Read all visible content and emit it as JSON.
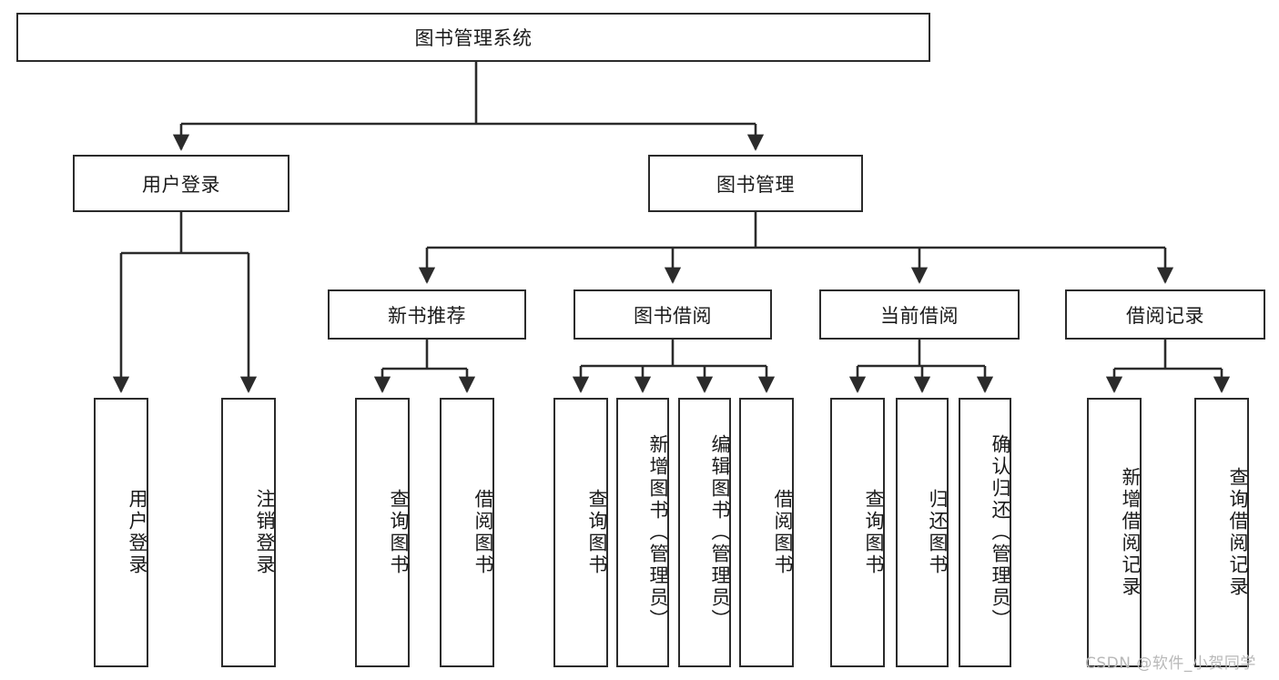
{
  "diagram": {
    "title": "图书管理系统",
    "type": "hierarchy-tree",
    "orientation": "top-down",
    "root": {
      "id": "root",
      "label": "图书管理系统",
      "text_orientation": "horizontal"
    },
    "level2": [
      {
        "id": "user-login",
        "label": "用户登录",
        "text_orientation": "horizontal"
      },
      {
        "id": "book-manage",
        "label": "图书管理",
        "text_orientation": "horizontal"
      }
    ],
    "level3": [
      {
        "id": "new-book-rec",
        "label": "新书推荐",
        "parent": "book-manage",
        "text_orientation": "horizontal"
      },
      {
        "id": "book-borrow",
        "label": "图书借阅",
        "parent": "book-manage",
        "text_orientation": "horizontal"
      },
      {
        "id": "current-borrow",
        "label": "当前借阅",
        "parent": "book-manage",
        "text_orientation": "horizontal"
      },
      {
        "id": "borrow-record",
        "label": "借阅记录",
        "parent": "book-manage",
        "text_orientation": "horizontal"
      }
    ],
    "leaves": [
      {
        "id": "leaf-user-login",
        "label": "用户登录",
        "parent": "user-login",
        "text_orientation": "vertical"
      },
      {
        "id": "leaf-logout",
        "label": "注销登录",
        "parent": "user-login",
        "text_orientation": "vertical"
      },
      {
        "id": "leaf-query-book-1",
        "label": "查询图书",
        "parent": "new-book-rec",
        "text_orientation": "vertical"
      },
      {
        "id": "leaf-borrow-book-1",
        "label": "借阅图书",
        "parent": "new-book-rec",
        "text_orientation": "vertical"
      },
      {
        "id": "leaf-query-book-2",
        "label": "查询图书",
        "parent": "book-borrow",
        "text_orientation": "vertical"
      },
      {
        "id": "leaf-add-book",
        "label": "新增图书（管理员）",
        "parent": "book-borrow",
        "text_orientation": "vertical"
      },
      {
        "id": "leaf-edit-book",
        "label": "编辑图书（管理员）",
        "parent": "book-borrow",
        "text_orientation": "vertical"
      },
      {
        "id": "leaf-borrow-book-2",
        "label": "借阅图书",
        "parent": "book-borrow",
        "text_orientation": "vertical"
      },
      {
        "id": "leaf-query-book-3",
        "label": "查询图书",
        "parent": "current-borrow",
        "text_orientation": "vertical"
      },
      {
        "id": "leaf-return-book",
        "label": "归还图书",
        "parent": "current-borrow",
        "text_orientation": "vertical"
      },
      {
        "id": "leaf-confirm-return",
        "label": "确认归还（管理员）",
        "parent": "current-borrow",
        "text_orientation": "vertical"
      },
      {
        "id": "leaf-add-record",
        "label": "新增借阅记录",
        "parent": "borrow-record",
        "text_orientation": "vertical"
      },
      {
        "id": "leaf-query-record",
        "label": "查询借阅记录",
        "parent": "borrow-record",
        "text_orientation": "vertical"
      }
    ],
    "colors": {
      "background": "#ffffff",
      "box_fill": "#ffffff",
      "box_stroke": "#2b2b2b",
      "edge_stroke": "#2b2b2b",
      "text": "#1a1a1a",
      "watermark": "#b8b8b8"
    }
  },
  "watermark": {
    "text": "CSDN @软件_小贺同学"
  }
}
